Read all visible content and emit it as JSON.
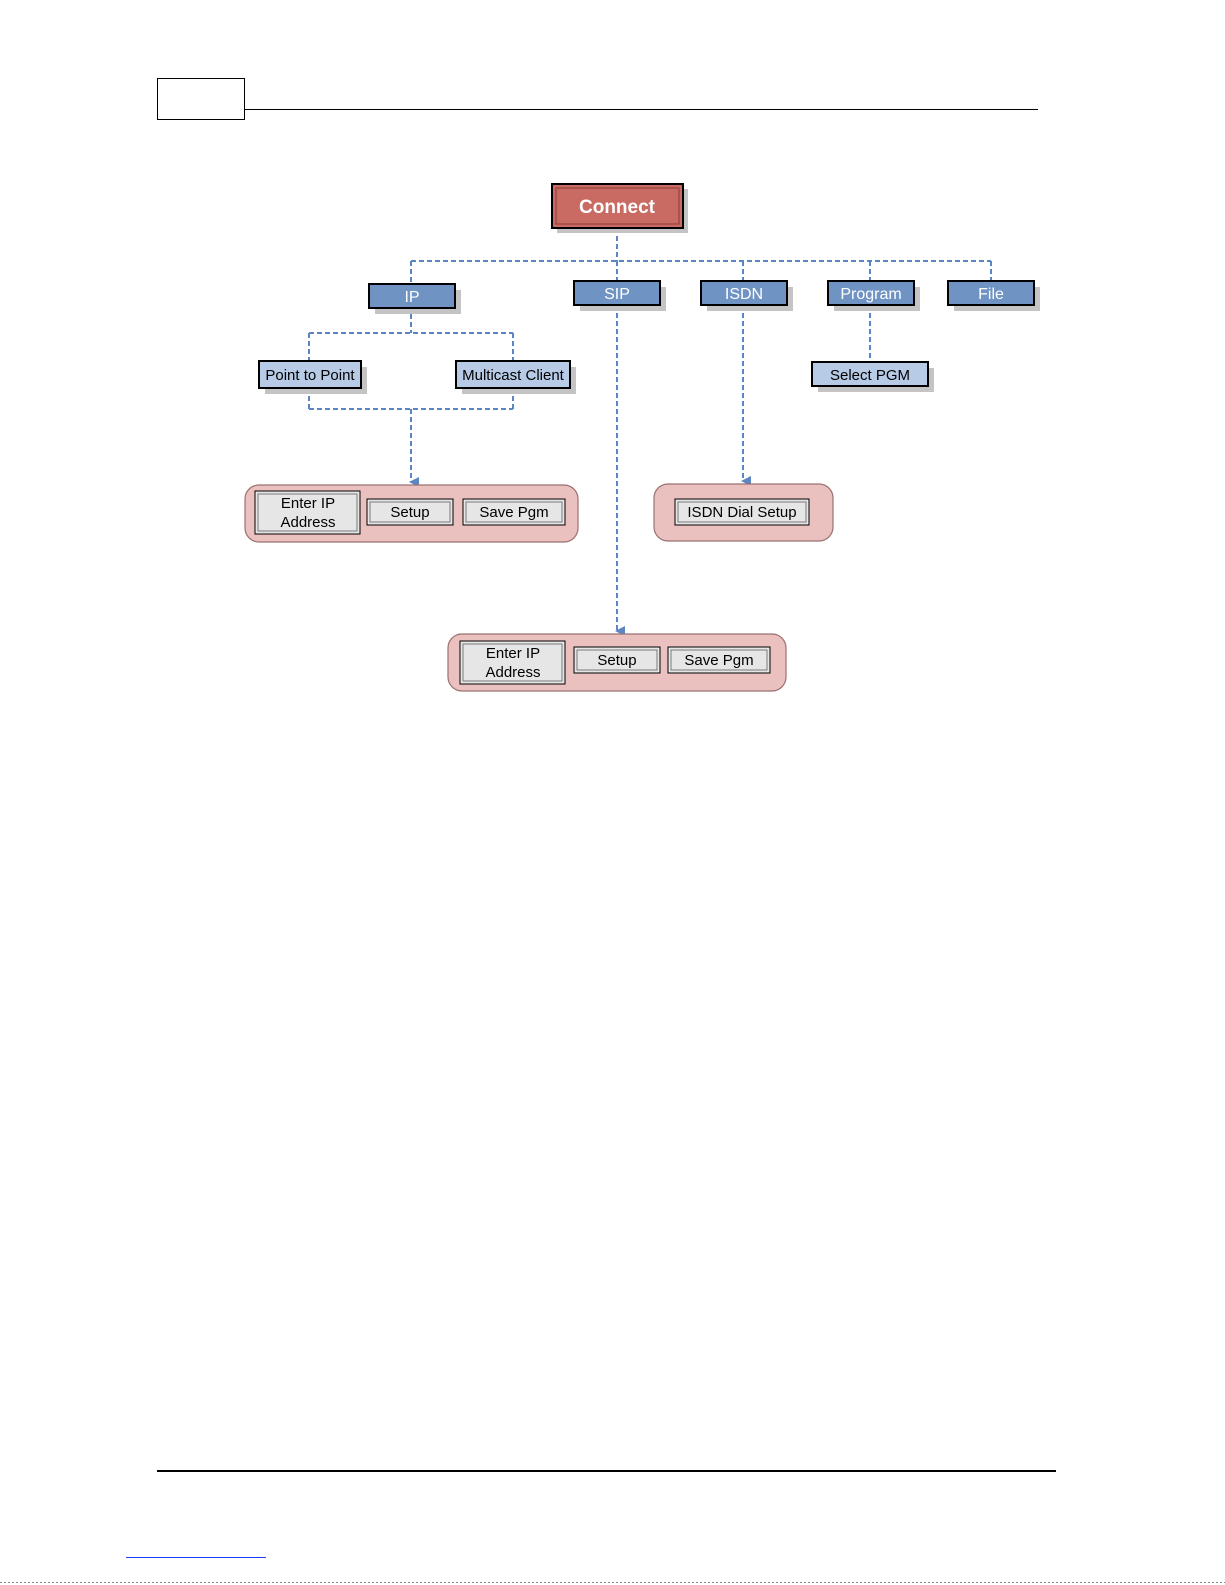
{
  "diagram": {
    "root": {
      "label": "Connect"
    },
    "categories": {
      "ip": "IP",
      "sip": "SIP",
      "isdn": "ISDN",
      "program": "Program",
      "file": "File"
    },
    "ip_modes": {
      "point_to_point": "Point to Point",
      "multicast_client": "Multicast Client"
    },
    "program_child": "Select PGM",
    "ip_panel": {
      "enter_ip_line1": "Enter IP",
      "enter_ip_line2": "Address",
      "setup": "Setup",
      "save_pgm": "Save Pgm"
    },
    "isdn_panel": {
      "dial_setup": "ISDN Dial Setup"
    },
    "sip_panel": {
      "enter_ip_line1": "Enter IP",
      "enter_ip_line2": "Address",
      "setup": "Setup",
      "save_pgm": "Save Pgm"
    },
    "colors": {
      "root_fill": "#c96a63",
      "root_text": "#ffffff",
      "category_fill": "#6f93c3",
      "category_text": "#ffffff",
      "sub_fill": "#b8cbe6",
      "sub_text": "#000000",
      "panel_fill": "#ebc1c0",
      "panel_border": "#9b7070",
      "button_fill": "#e6e6e6",
      "connector": "#5b86c2",
      "shadow": "#c4c4c4"
    }
  }
}
